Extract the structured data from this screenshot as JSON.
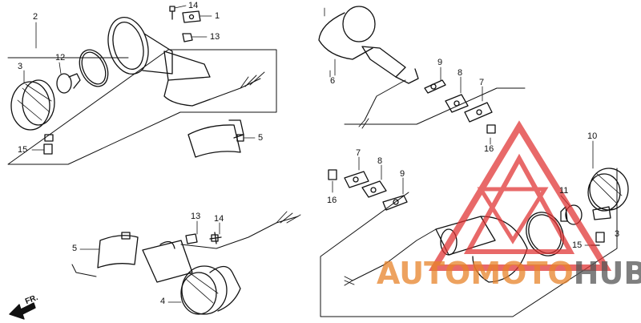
{
  "labels": {
    "l1": "1",
    "l14a": "14",
    "l13a": "13",
    "l2": "2",
    "l3a": "3",
    "l12": "12",
    "l15a": "15",
    "l5a": "5",
    "l6": "6",
    "l9a": "9",
    "l8a": "8",
    "l7a": "7",
    "l16a": "16",
    "l10": "10",
    "l7b": "7",
    "l8b": "8",
    "l9b": "9",
    "l16b": "16",
    "l11": "11",
    "l3b": "3",
    "l15b": "15",
    "l13b": "13",
    "l14b": "14",
    "l5b": "5",
    "l4": "4"
  },
  "direction_marker": "FR.",
  "watermark": {
    "part1": "AUTO",
    "part2": "MOTO",
    "part3": "HUB"
  },
  "colors": {
    "line": "#111111",
    "watermark_red": "#e03030",
    "watermark_orange": "#e8832a",
    "watermark_gray": "#555555"
  }
}
